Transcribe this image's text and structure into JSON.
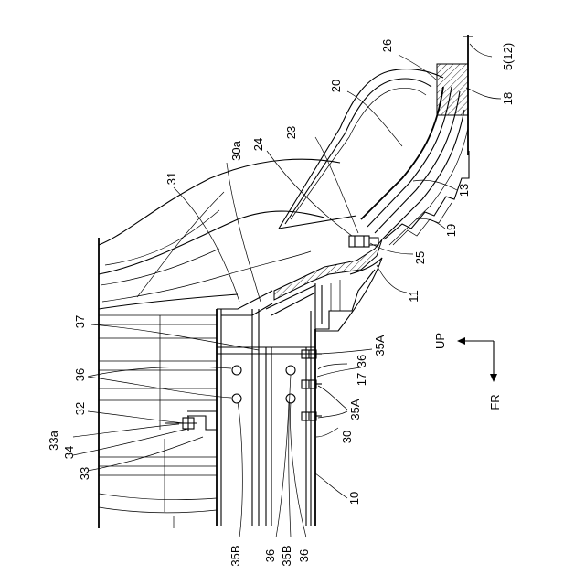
{
  "labels": {
    "l5_12": "5(12)",
    "l26": "26",
    "l18": "18",
    "l20": "20",
    "l23": "23",
    "l24": "24",
    "l30a": "30a",
    "l31": "31",
    "l13": "13",
    "l19": "19",
    "l25": "25",
    "l11": "11",
    "l37": "37",
    "l35A_top": "35A",
    "l36_r": "36",
    "l17": "17",
    "l35A_mid": "35A",
    "l36_left": "36",
    "l32": "32",
    "l33a": "33a",
    "l34": "34",
    "l33": "33",
    "l30": "30",
    "l10": "10",
    "l35B_left": "35B",
    "l36_b1": "36",
    "l35B_mid": "35B",
    "l36_b2": "36",
    "up": "UP",
    "fr": "FR"
  }
}
